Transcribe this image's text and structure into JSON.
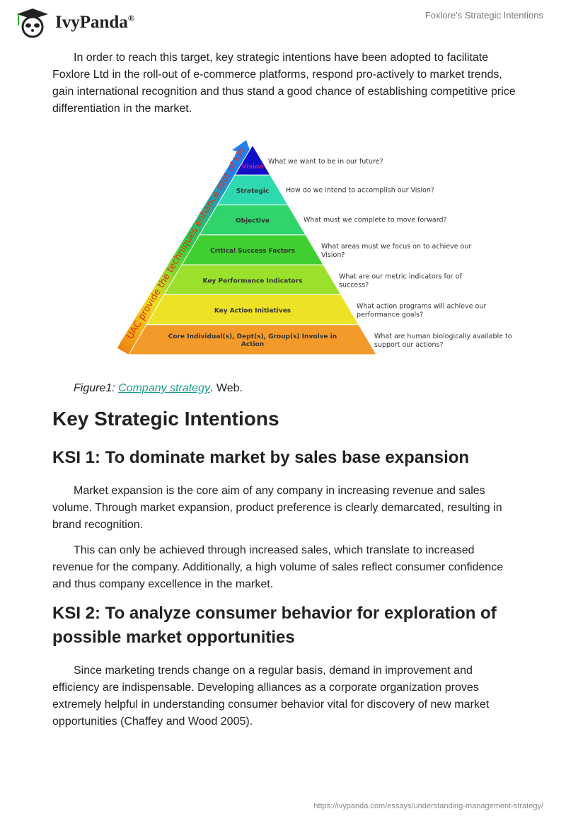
{
  "header": {
    "logo_text": "IvyPanda",
    "logo_mark": "®",
    "doc_title": "Foxlore's Strategic Intentions"
  },
  "intro": "In order to reach this target, key strategic intentions have been adopted to facilitate Foxlore Ltd in the roll-out of e-commerce platforms, respond pro-actively to market trends, gain international recognition and thus stand a good chance of establishing competitive price differentiation in the market.",
  "figure": {
    "arrow_text": "UAC provide the techniques enhance root of KPI",
    "layers": [
      {
        "label": "Vision",
        "question": "What we want to be in our future?",
        "color": "#1010c8"
      },
      {
        "label": "Strategic",
        "question": "How do we intend to accomplish our Vision?",
        "color": "#2fd9b0"
      },
      {
        "label": "Objective",
        "question": "What must we complete to move forward?",
        "color": "#2fd56a"
      },
      {
        "label": "Critical Success Factors",
        "question": "What areas must we focus on to achieve our Vision?",
        "color": "#3fcf30"
      },
      {
        "label": "Key Performance Indicators",
        "question": "What are our metric indicators for of success?",
        "color": "#9be02a"
      },
      {
        "label": "Key Action Initiatives",
        "question": "What action programs will achieve our performance goals?",
        "color": "#eee226"
      },
      {
        "label": "Core Individual(s), Dept(s), Group(s) Involve in Action",
        "question": "What are human biologically available to support our actions?",
        "color": "#f39a2a"
      }
    ]
  },
  "caption": {
    "prefix": "Figure1: ",
    "link": "Company strategy",
    "suffix": ". Web."
  },
  "h_main": "Key Strategic Intentions",
  "ksi1": {
    "title": "KSI 1: To dominate market by sales base expansion",
    "p1": "Market expansion is the core aim of any company in increasing revenue and sales volume. Through market expansion, product preference is clearly demarcated, resulting in brand recognition.",
    "p2": "This can only be achieved through increased sales, which translate to increased revenue for the company. Additionally, a high volume of sales reflect consumer confidence and thus company excellence in the market."
  },
  "ksi2": {
    "title": "KSI 2: To analyze consumer behavior for exploration of possible market opportunities",
    "p1": "Since marketing trends change on a regular basis, demand in improvement and efficiency are indispensable. Developing alliances as a corporate organization proves extremely helpful in understanding consumer behavior vital for discovery of new market opportunities (Chaffey and Wood 2005)."
  },
  "footer": {
    "url": "https://ivypanda.com/essays/understanding-management-strategy/"
  }
}
